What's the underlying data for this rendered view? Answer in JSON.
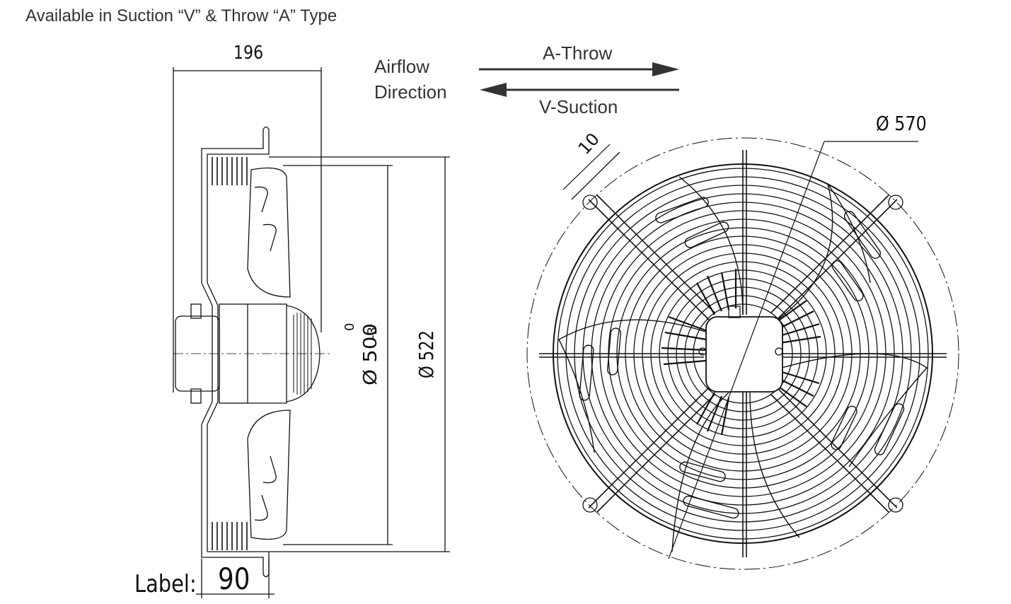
{
  "heading": "Available in Suction “V” & Throw “A” Type",
  "airflow": {
    "line1": "Airflow",
    "line2": "Direction"
  },
  "arrows": {
    "throw_label": "A-Throw",
    "suction_label": "V-Suction"
  },
  "dimensions": {
    "depth": "196",
    "blade_diameter": "Ø 500",
    "blade_tol_upper": "0",
    "blade_tol_lower": "-3",
    "guard_diameter": "Ø 522",
    "outer_diameter": "Ø 570",
    "mount_hole": "10",
    "label_depth": "90"
  },
  "label_prefix": "Label:",
  "colors": {
    "line": "#111111",
    "text": "#333333",
    "background": "#ffffff"
  }
}
